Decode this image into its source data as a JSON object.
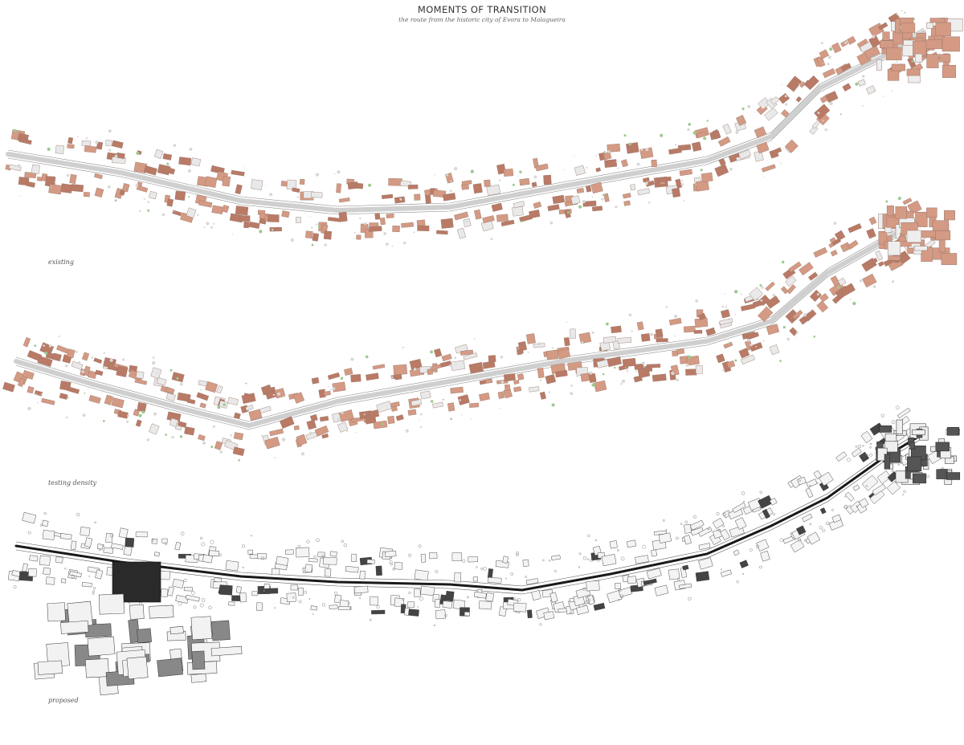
{
  "header": {
    "title": "MOMENTS OF TRANSITION",
    "subtitle": "the route from the historic city of Evora to Malagueira"
  },
  "panels": [
    {
      "label": "existing",
      "style": "color"
    },
    {
      "label": "testing density",
      "style": "color"
    },
    {
      "label": "proposed",
      "style": "ink"
    }
  ],
  "colors": {
    "roof": "#d49a84",
    "roof_dark": "#b97a66",
    "street": "#cfcfcf",
    "line": "#8a8a8a",
    "green": "#9cc98f",
    "ink": "#1a1a1a"
  }
}
